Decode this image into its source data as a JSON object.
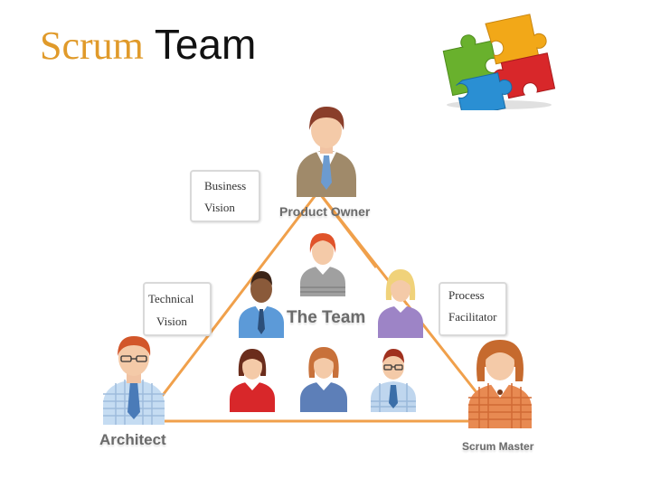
{
  "title": {
    "word1": "Scrum",
    "word2": "Team"
  },
  "boxes": {
    "business_vision": {
      "line1": "Business",
      "line2": "Vision"
    },
    "technical_vision": {
      "line1": "Technical",
      "line2": "Vision"
    },
    "process_facilitator": {
      "line1": "Process",
      "line2": "Facilitator"
    }
  },
  "roles": {
    "product_owner": "Product Owner",
    "the_team": "The Team",
    "architect": "Architect",
    "scrum_master": "Scrum Master"
  },
  "colors": {
    "triangle": "#f0a04b",
    "title_accent": "#e09a2a",
    "puzzle": [
      "#f2a818",
      "#d8272a",
      "#2a8fd3",
      "#69b12d"
    ]
  }
}
